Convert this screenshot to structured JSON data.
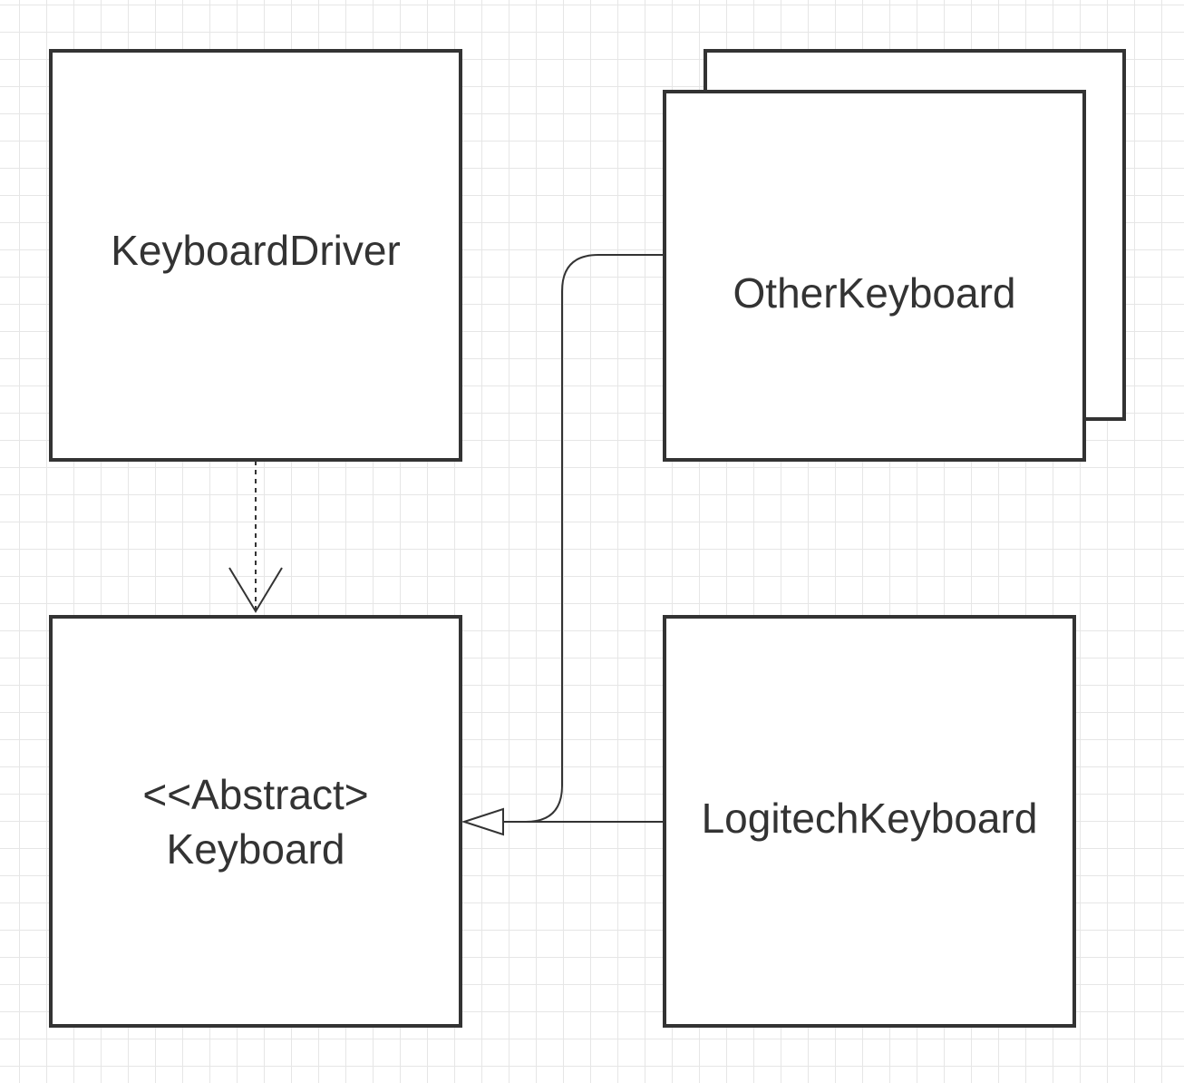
{
  "diagram": {
    "nodes": {
      "keyboard_driver": {
        "label": "KeyboardDriver"
      },
      "abstract_keyboard": {
        "stereotype": "<<Abstract>",
        "label": "Keyboard"
      },
      "other_keyboard": {
        "label": "OtherKeyboard",
        "stacked": true
      },
      "logitech_keyboard": {
        "label": "LogitechKeyboard"
      }
    },
    "edges": [
      {
        "from": "KeyboardDriver",
        "to": "Keyboard",
        "style": "dashed",
        "arrow": "open"
      },
      {
        "from": "OtherKeyboard",
        "to": "Keyboard",
        "style": "solid",
        "arrow": "hollow-triangle"
      },
      {
        "from": "LogitechKeyboard",
        "to": "Keyboard",
        "style": "solid",
        "arrow": "hollow-triangle"
      }
    ],
    "colors": {
      "stroke": "#333333",
      "grid": "#e6e6e6",
      "background": "#ffffff"
    }
  }
}
